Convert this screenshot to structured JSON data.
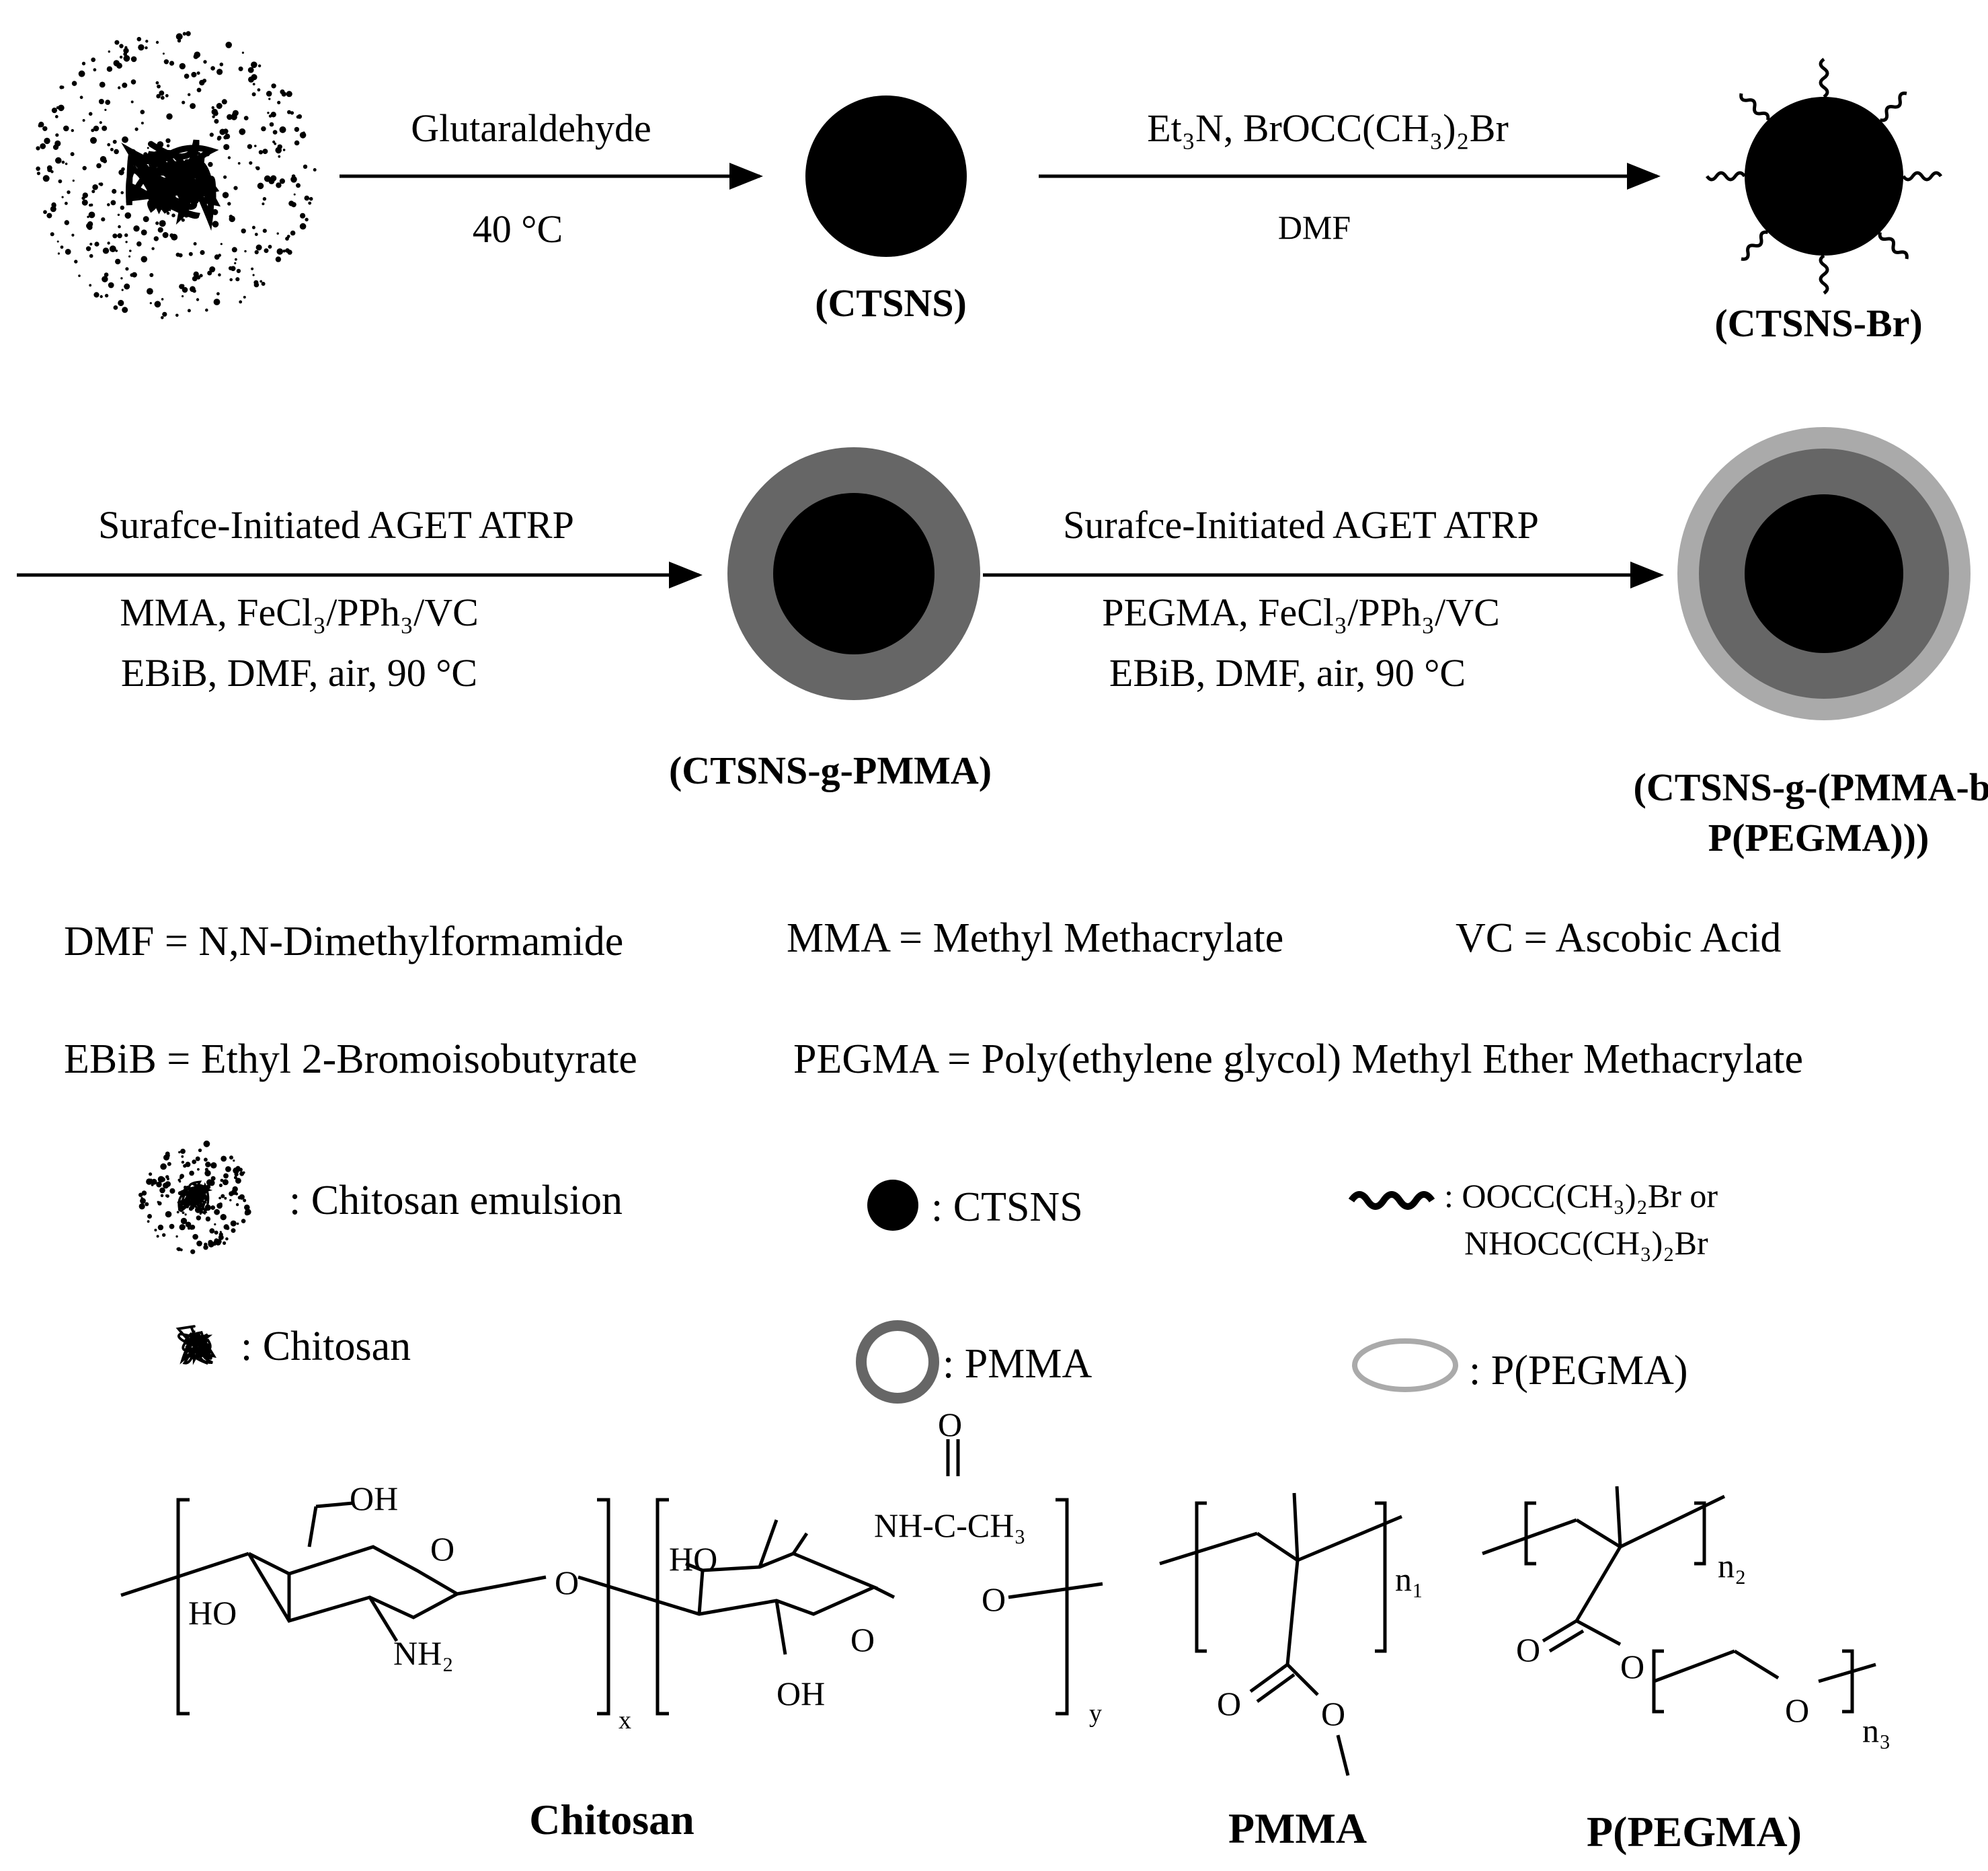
{
  "colors": {
    "ink": "#000000",
    "pmma_shell": "#666666",
    "pegma_shell": "#aaaaaa",
    "background": "#ffffff"
  },
  "step1": {
    "above": "Glutaraldehyde",
    "below": "40 °C",
    "product": "(CTSNS)"
  },
  "step2": {
    "above": "Et₃N, BrOCC(CH₃)₂Br",
    "below": "DMF",
    "product": "(CTSNS-Br)"
  },
  "step3": {
    "line1": "Surafce-Initiated AGET ATRP",
    "line2": "MMA, FeCl₃/PPh₃/VC",
    "line3": "EBiB, DMF, air, 90 °C",
    "product": "(CTSNS-g-PMMA)"
  },
  "step4": {
    "line1": "Surafce-Initiated AGET ATRP",
    "line2": "PEGMA, FeCl₃/PPh₃/VC",
    "line3": "EBiB, DMF, air, 90 °C",
    "product_line1": "(CTSNS-g-(PMMA-b-",
    "product_line2": "P(PEGMA)))"
  },
  "abbreviations": {
    "dmf": "DMF  = N,N-Dimethylformamide",
    "mma": "MMA  = Methyl Methacrylate",
    "vc": "VC  = Ascobic Acid",
    "ebib": "EBiB  = Ethyl 2-Bromoisobutyrate",
    "pegma": "PEGMA  = Poly(ethylene glycol) Methyl Ether Methacrylate"
  },
  "legend": {
    "emulsion": ": Chitosan emulsion",
    "ctsns": ": CTSNS",
    "initiator_line1": ": OOCC(CH₃)₂Br or",
    "initiator_line2": "NHOCC(CH₃)₂Br",
    "chitosan": ":  Chitosan",
    "pmma": ": PMMA",
    "ppegma": ": P(PEGMA)"
  },
  "structures": {
    "chitosan_name": "Chitosan",
    "pmma_name": "PMMA",
    "ppegma_name": "P(PEGMA)",
    "atoms": {
      "oh": "OH",
      "ho": "HO",
      "o": "O",
      "nh2": "NH₂",
      "acetamide": "NH-C-CH₃",
      "x": "x",
      "y": "y",
      "n1": "n₁",
      "n2": "n₂",
      "n3": "n₃"
    }
  }
}
